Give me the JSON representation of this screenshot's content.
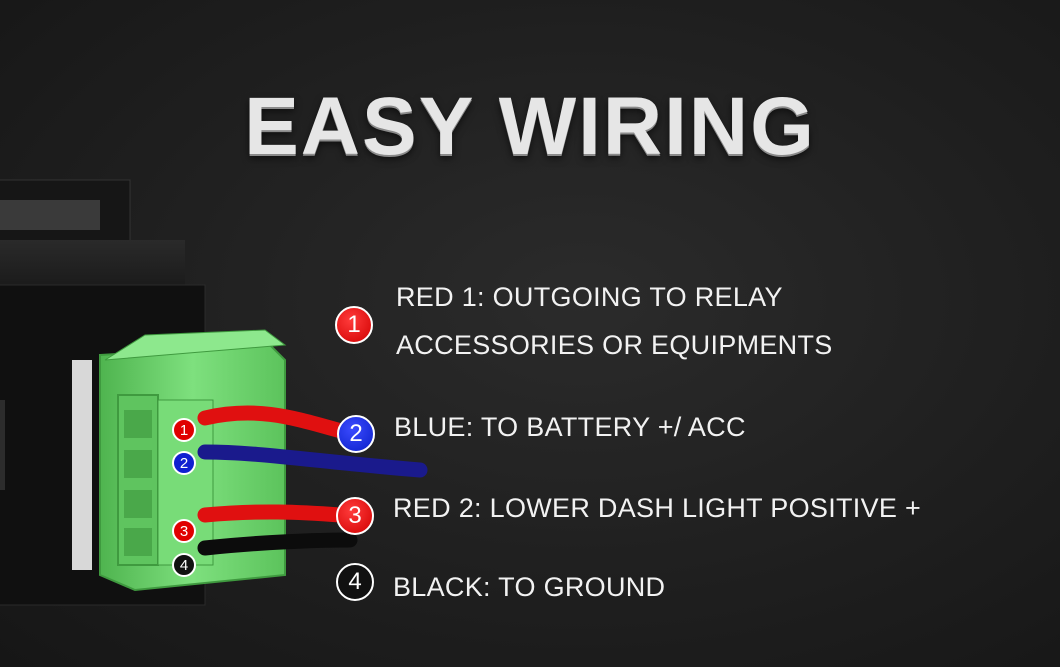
{
  "title": "EASY WIRING",
  "wires": [
    {
      "badge": "1",
      "badge_color": "#e00000",
      "label_line1": "RED 1: OUTGOING TO RELAY",
      "label_line2": "ACCESSORIES OR EQUIPMENTS",
      "wire_color": "#e01010"
    },
    {
      "badge": "2",
      "badge_color": "#1020d0",
      "label_line1": "BLUE: TO BATTERY +/ ACC",
      "wire_color": "#1a1a8c"
    },
    {
      "badge": "3",
      "badge_color": "#e00000",
      "label_line1": "RED 2: LOWER DASH LIGHT POSITIVE +",
      "wire_color": "#e01010"
    },
    {
      "badge": "4",
      "badge_color": "#111111",
      "label_line1": "BLACK: TO GROUND",
      "wire_color": "#0c0c0c"
    }
  ],
  "connector_pins": [
    "1",
    "2",
    "3",
    "4"
  ],
  "connector_color": "#6fd36f"
}
